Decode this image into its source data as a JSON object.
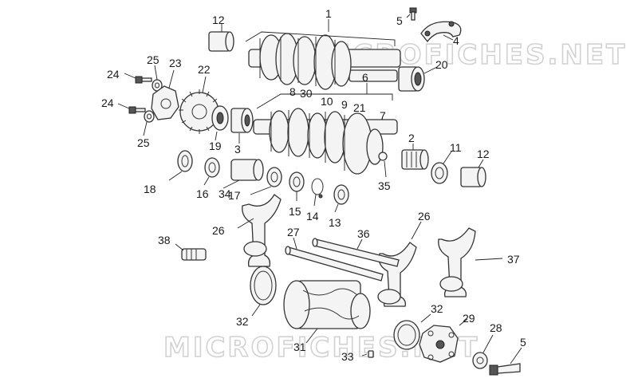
{
  "watermarks": [
    "MICROFICHES.NET",
    "MICROFICHES.NET"
  ],
  "callouts": [
    "1",
    "2",
    "3",
    "4",
    "5",
    "6",
    "7",
    "8",
    "9",
    "10",
    "11",
    "12",
    "12",
    "13",
    "14",
    "15",
    "16",
    "17",
    "18",
    "19",
    "20",
    "21",
    "22",
    "23",
    "24",
    "24",
    "25",
    "25",
    "26",
    "26",
    "27",
    "28",
    "29",
    "30",
    "31",
    "32",
    "32",
    "33",
    "34",
    "35",
    "36",
    "37",
    "38",
    "5"
  ]
}
